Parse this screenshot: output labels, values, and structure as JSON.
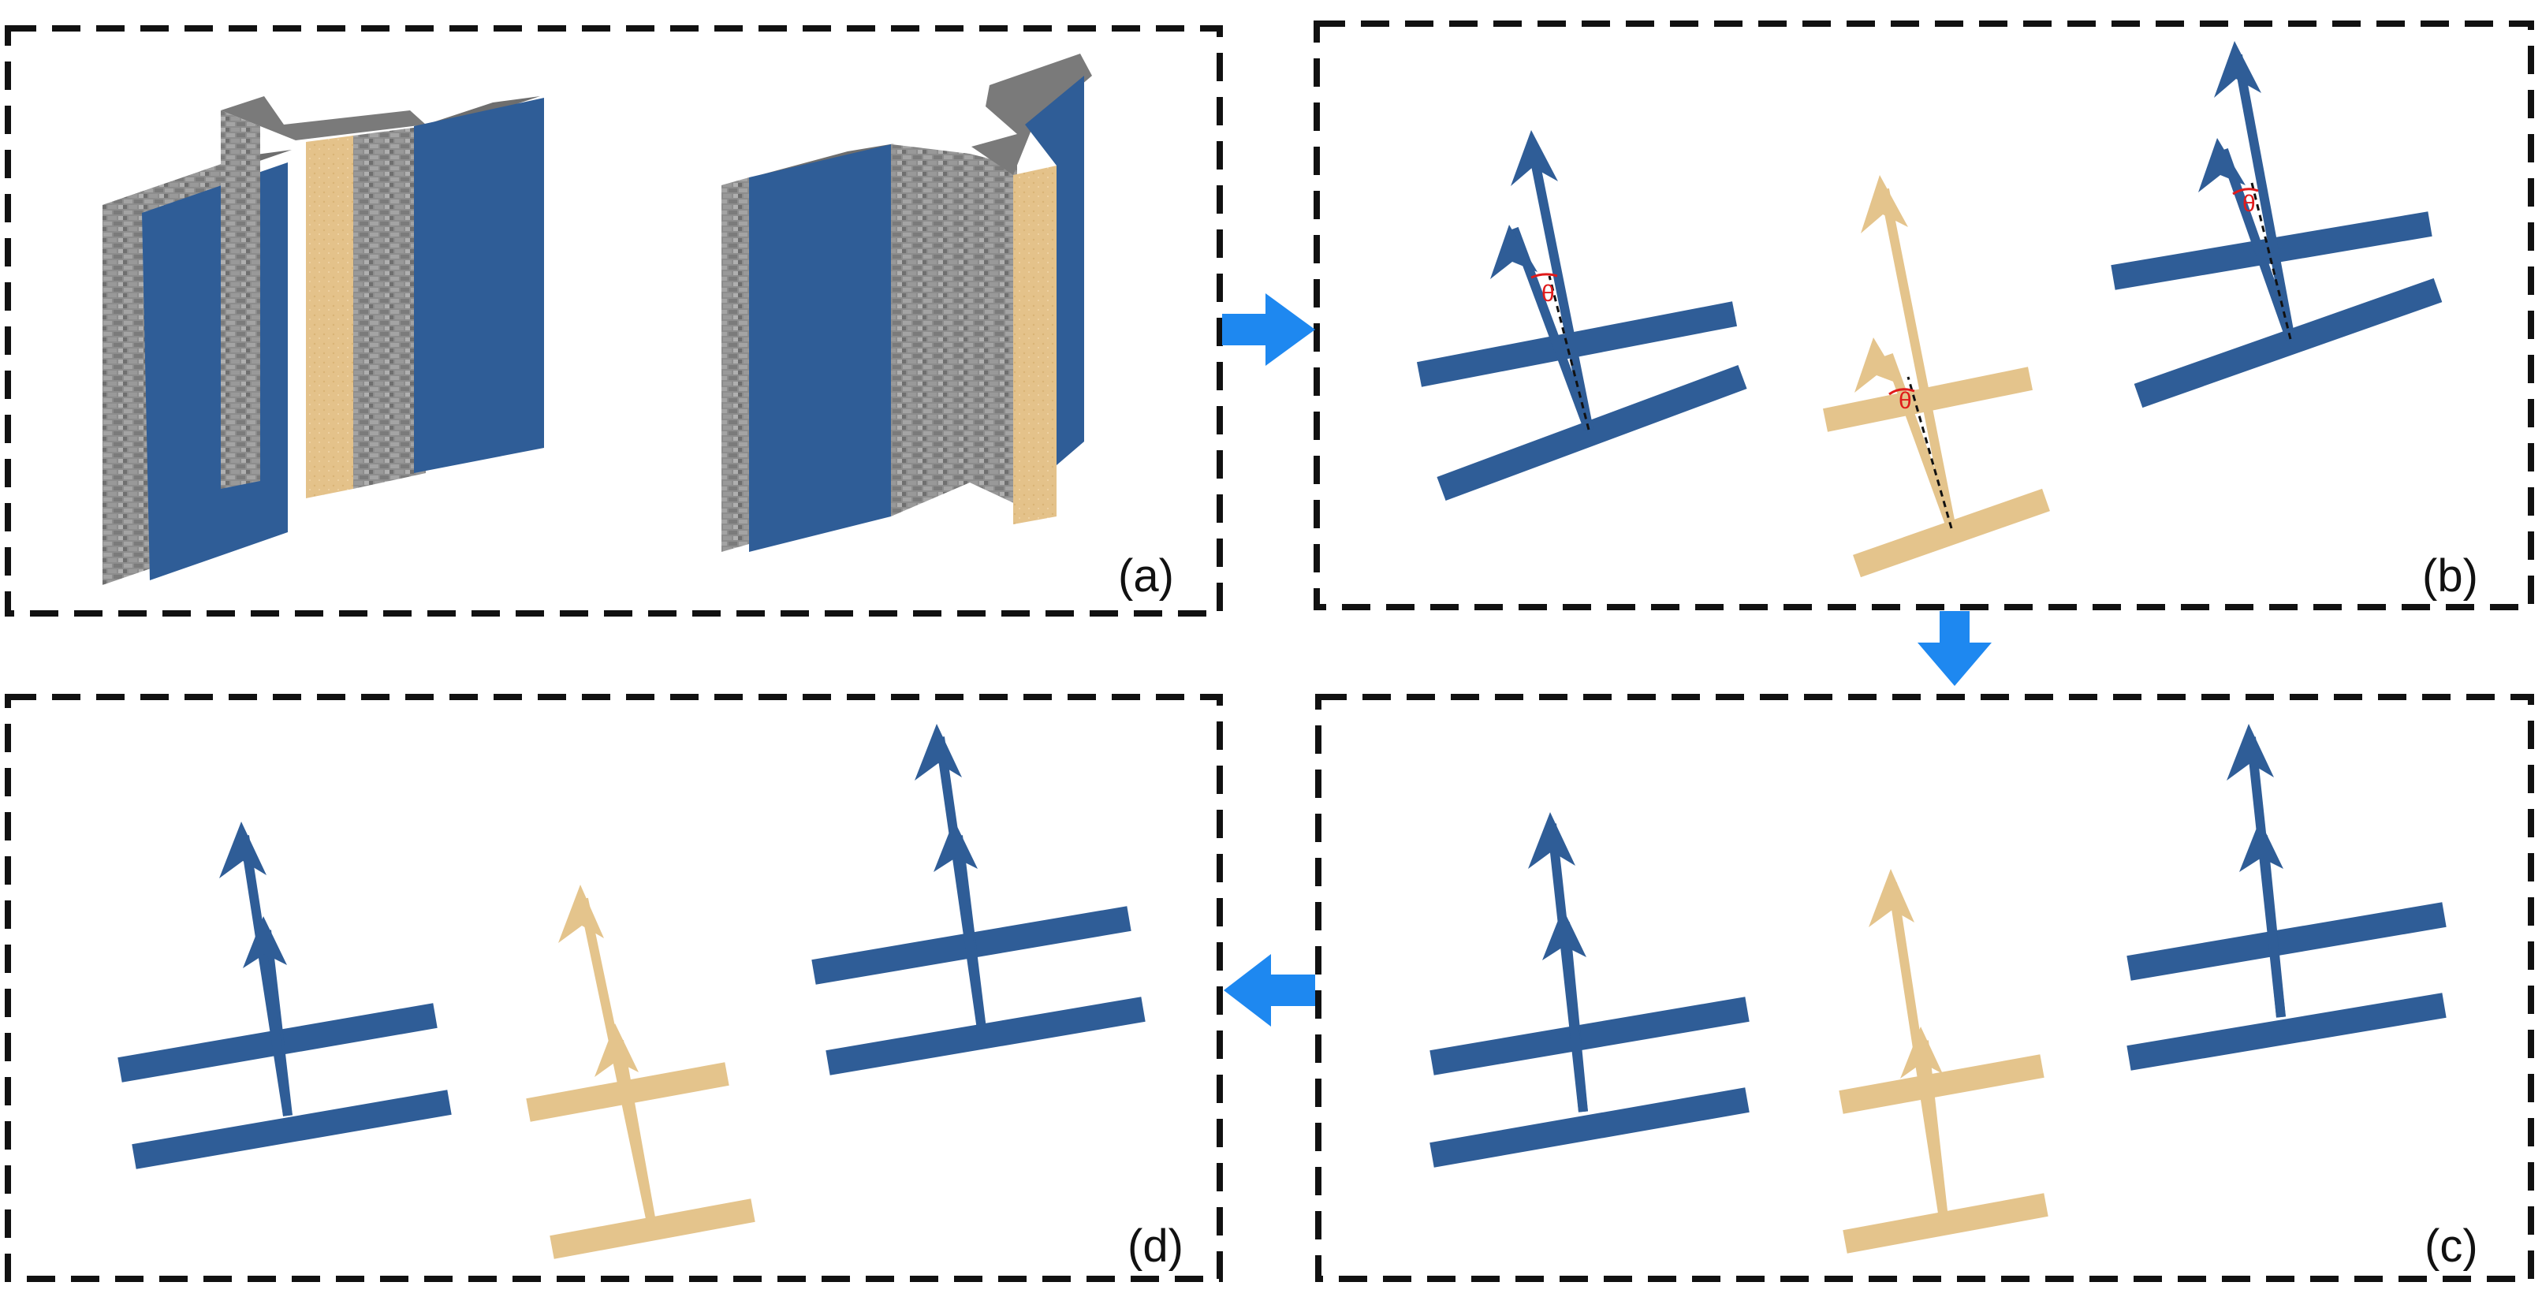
{
  "figure": {
    "panels": [
      {
        "id": "a",
        "label": "(a)"
      },
      {
        "id": "b",
        "label": "(b)"
      },
      {
        "id": "c",
        "label": "(c)"
      },
      {
        "id": "d",
        "label": "(d)"
      }
    ],
    "angle_symbol": "θ",
    "colors": {
      "blue": "#2f5d97",
      "tan": "#e4c48c",
      "flow_arrow": "#1e88f0",
      "theta": "#e01b1b",
      "frame": "#111111"
    }
  }
}
